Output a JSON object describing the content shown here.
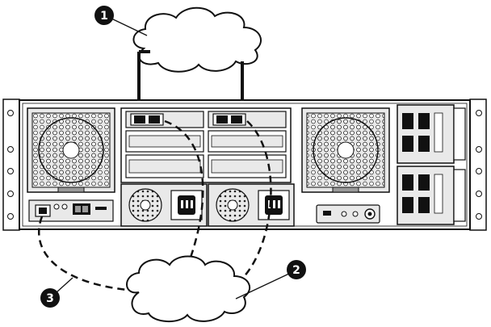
{
  "diagram": {
    "callouts": [
      {
        "id": "callout-1",
        "label": "1"
      },
      {
        "id": "callout-2",
        "label": "2"
      },
      {
        "id": "callout-3",
        "label": "3"
      }
    ],
    "colors": {
      "line": "#111111",
      "chassis_fill": "#ffffff",
      "panel_fill": "#e9e9e9",
      "dark_fill": "#9a9a9a",
      "callout_fill": "#111111"
    }
  }
}
